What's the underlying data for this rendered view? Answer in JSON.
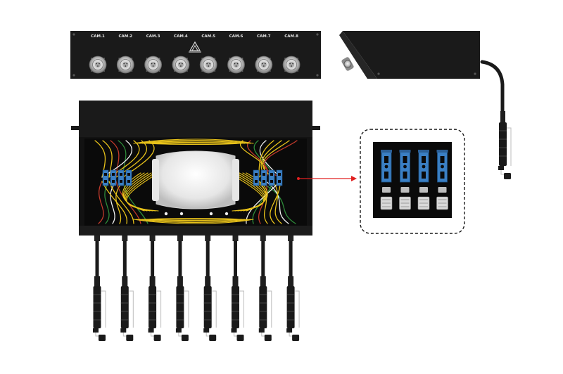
{
  "front_panel": {
    "labels": [
      "CAM.1",
      "CAM.2",
      "CAM.3",
      "CAM.4",
      "CAM.5",
      "CAM.6",
      "CAM.7",
      "CAM.8"
    ]
  },
  "colors": {
    "housing": "#1a1a1a",
    "housing_dark": "#0c0c0c",
    "fiber": "#e8c21a",
    "fiber_red": "#c0392b",
    "fiber_green": "#2e8b3a",
    "fiber_white": "#f2f2f2",
    "adapter_blue": "#3a7fc4",
    "arrow": "#e02020",
    "connector_silver": "#cfcfcf"
  },
  "icons": {
    "logo": "mountain-logo-icon",
    "connector": "circular-connector-icon"
  }
}
